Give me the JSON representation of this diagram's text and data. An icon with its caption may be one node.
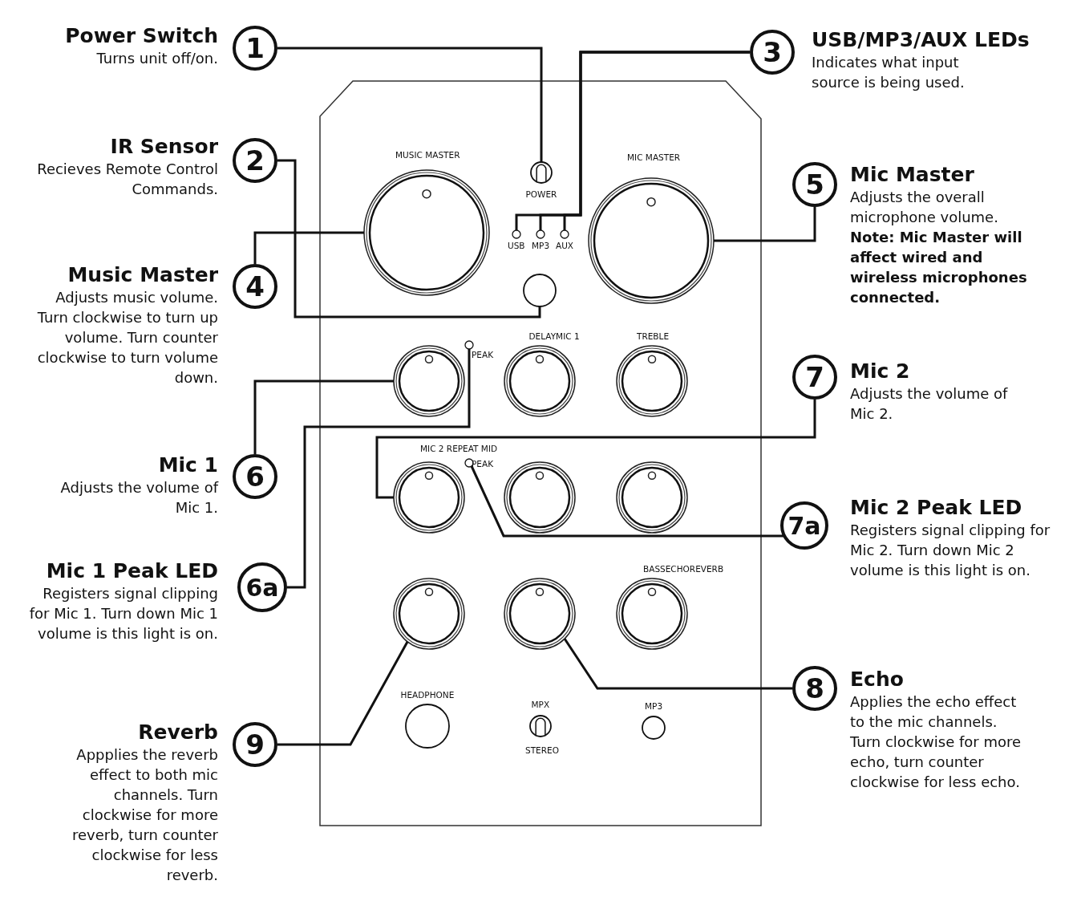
{
  "diagram": {
    "nodes": [
      {
        "text": [],
        "shape": "box"
      },
      {
        "text": [],
        "shape": "knob",
        "in": 0
      },
      {
        "text": [],
        "shape": "switch",
        "in": 0
      },
      {
        "text": [],
        "shape": "circle",
        "in": 0
      },
      {
        "text": [],
        "shape": "circle",
        "in": 0
      },
      {
        "text": [],
        "shape": "circle",
        "in": 0
      },
      {
        "text": [],
        "shape": "knob",
        "in": 0
      },
      {
        "text": [],
        "shape": "circle",
        "in": 0
      },
      {
        "text": [],
        "shape": "knob",
        "in": 0
      },
      {
        "text": [],
        "shape": "circle",
        "in": 0
      },
      {
        "text": [],
        "shape": "knob",
        "in": 0
      },
      {
        "text": [],
        "shape": "circle",
        "in": 0
      },
      {
        "text": [],
        "shape": "knob",
        "in": 0
      },
      {
        "text": [],
        "shape": "knob",
        "in": 0
      },
      {
        "text": [
          "1"
        ],
        "beside": [
          "Power Switch",
          "Turns unit off/on."
        ]
      },
      {
        "text": [
          "2"
        ],
        "beside": [
          "IR Sensor",
          "Recieves Remote Control Commands."
        ]
      },
      {
        "text": [
          "3"
        ],
        "beside": [
          "USB/MP3/AUX LEDs",
          "Indicates what input source is being used."
        ]
      },
      {
        "text": [
          "4"
        ],
        "beside": [
          "Music Master",
          "Adjusts music volume. Turn clockwise to turn up volume. Turn counter clockwise to turn volume down."
        ]
      },
      {
        "text": [
          "5"
        ],
        "beside": [
          "Mic Master",
          "Adjusts the overall microphone volume. **Note: Mic Master will affect wired and wireless microphones connected.**"
        ]
      },
      {
        "text": [
          "6"
        ],
        "beside": [
          "Mic 1",
          "Adjusts the volume of Mic 1."
        ]
      },
      {
        "text": [
          "6a"
        ],
        "beside": [
          "Mic 1 Peak LED",
          "Registers signal clipping for Mic 1. Turn down Mic 1 volume is this light is on."
        ]
      },
      {
        "text": [
          "7"
        ],
        "beside": [
          "Mic 2",
          "Adjusts the volume of Mic 2."
        ]
      },
      {
        "text": [
          "7a"
        ],
        "beside": [
          "Mic 2 Peak LED",
          "Registers signal clipping for Mic 2. Turn down Mic 2 volume is this light is on."
        ]
      },
      {
        "text": [
          "8"
        ],
        "beside": [
          "Echo",
          "Applies the echo effect to the mic channels. Turn clockwise for more echo, turn counter clockwise for less echo."
        ]
      },
      {
        "text": [
          "9"
        ],
        "beside": [
          "Reverb",
          "Appplies the reverb effect to both mic channels. Turn clockwise for more reverb, turn counter clockwise for less reverb."
        ]
      },
      {
        "text": [],
        "shape": "knob",
        "in": 0
      },
      {
        "text": [],
        "shape": "knob",
        "in": 0
      },
      {
        "text": [],
        "shape": "knob",
        "in": 0
      },
      {
        "text": [],
        "shape": "knob",
        "in": 0
      },
      {
        "text": [],
        "shape": "knob",
        "in": 0
      },
      {
        "text": [],
        "shape": "circle",
        "in": 0
      },
      {
        "text": [],
        "shape": "switch",
        "in": 0
      },
      {
        "text": [],
        "shape": "circle",
        "in": 0
      }
    ],
    "edges": [
      {
        "from": 14,
        "to": 2,
        "arrow": "none"
      },
      {
        "from": 15,
        "to": 7,
        "arrow": "none"
      },
      {
        "from": 16,
        "to": 3,
        "arrow": "none"
      },
      {
        "from": 16,
        "to": 4,
        "arrow": "none"
      },
      {
        "from": 16,
        "to": 5,
        "arrow": "none"
      },
      {
        "from": 17,
        "to": 1,
        "arrow": "none"
      },
      {
        "from": 18,
        "to": 6,
        "arrow": "none"
      },
      {
        "from": 19,
        "to": 8,
        "arrow": "none"
      },
      {
        "from": 20,
        "to": 9,
        "arrow": "none"
      },
      {
        "from": 21,
        "to": 10,
        "arrow": "none"
      },
      {
        "from": 22,
        "to": 11,
        "arrow": "none"
      },
      {
        "from": 23,
        "to": 13,
        "arrow": "none"
      },
      {
        "from": 24,
        "to": 12,
        "arrow": "none"
      }
    ],
    "labels": [
      "MUSIC MASTER",
      "POWER",
      "MIC MASTER",
      "USB",
      "MP3",
      "AUX",
      "DELAYMIC 1",
      "TREBLE",
      "PEAK",
      "MIC 2 REPEAT MID",
      "PEAK",
      "BASSECHOREVERB",
      "HEADPHONE",
      "MPX",
      "MP3",
      "STEREO"
    ]
  }
}
